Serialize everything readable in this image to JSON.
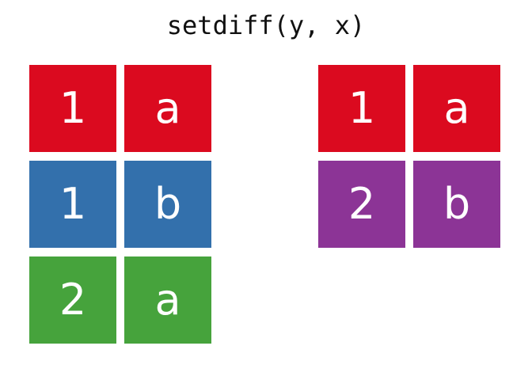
{
  "title": "setdiff(y, x)",
  "colors": {
    "background": "#FFFFFF",
    "title_text": "#111111",
    "cell_text": "#FFFFFF",
    "red": "#DB0A1F",
    "blue": "#3370AC",
    "green": "#46A33C",
    "purple": "#8C3496"
  },
  "left_table": {
    "rows": [
      {
        "color": "red",
        "cells": [
          "1",
          "a"
        ]
      },
      {
        "color": "blue",
        "cells": [
          "1",
          "b"
        ]
      },
      {
        "color": "green",
        "cells": [
          "2",
          "a"
        ]
      }
    ]
  },
  "right_table": {
    "rows": [
      {
        "color": "red",
        "cells": [
          "1",
          "a"
        ]
      },
      {
        "color": "purple",
        "cells": [
          "2",
          "b"
        ]
      }
    ]
  }
}
